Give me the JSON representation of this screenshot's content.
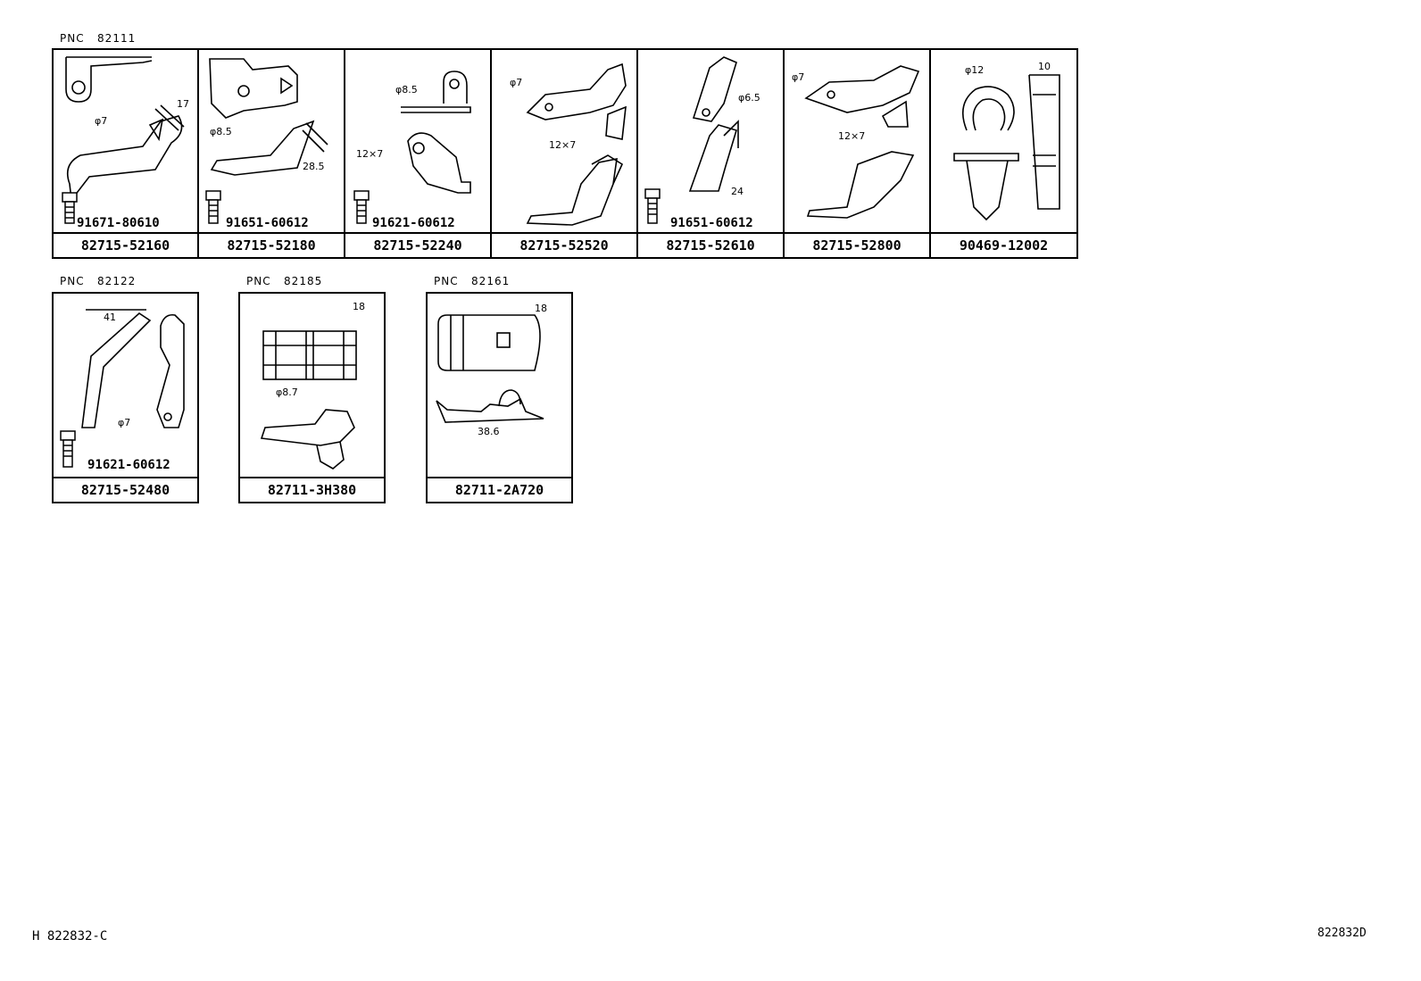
{
  "groups": [
    {
      "pnc_label": "PNC",
      "pnc_code": "82111",
      "parts": [
        {
          "part_number": "82715-52160",
          "bolt": "91671-80610",
          "dims": [
            "φ7",
            "17"
          ]
        },
        {
          "part_number": "82715-52180",
          "bolt": "91651-60612",
          "dims": [
            "φ8.5",
            "28.5"
          ]
        },
        {
          "part_number": "82715-52240",
          "bolt": "91621-60612",
          "dims": [
            "φ8.5",
            "12×7"
          ]
        },
        {
          "part_number": "82715-52520",
          "dims": [
            "φ7",
            "12×7"
          ]
        },
        {
          "part_number": "82715-52610",
          "bolt": "91651-60612",
          "dims": [
            "φ6.5",
            "24"
          ]
        },
        {
          "part_number": "82715-52800",
          "dims": [
            "φ7",
            "12×7"
          ]
        },
        {
          "part_number": "90469-12002",
          "dims": [
            "φ12",
            "10"
          ]
        }
      ]
    },
    {
      "pnc_label": "PNC",
      "pnc_code": "82122",
      "parts": [
        {
          "part_number": "82715-52480",
          "bolt": "91621-60612",
          "dims": [
            "41",
            "φ7"
          ]
        }
      ]
    },
    {
      "pnc_label": "PNC",
      "pnc_code": "82185",
      "parts": [
        {
          "part_number": "82711-3H380",
          "dims": [
            "18",
            "φ8.7"
          ]
        }
      ]
    },
    {
      "pnc_label": "PNC",
      "pnc_code": "82161",
      "parts": [
        {
          "part_number": "82711-2A720",
          "dims": [
            "18",
            "38.6"
          ]
        }
      ]
    }
  ],
  "footer": {
    "left_code": "H 822832-C",
    "right_code": "822832D"
  }
}
